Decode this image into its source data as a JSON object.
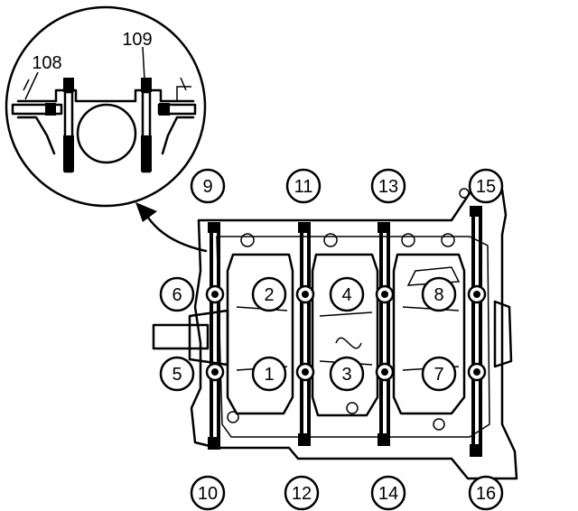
{
  "callouts": {
    "left": "108",
    "right": "109"
  },
  "bolt_labels": {
    "b1": "1",
    "b2": "2",
    "b3": "3",
    "b4": "4",
    "b5": "5",
    "b6": "6",
    "b7": "7",
    "b8": "8",
    "b9": "9",
    "b10": "10",
    "b11": "11",
    "b12": "12",
    "b13": "13",
    "b14": "14",
    "b15": "15",
    "b16": "16"
  }
}
